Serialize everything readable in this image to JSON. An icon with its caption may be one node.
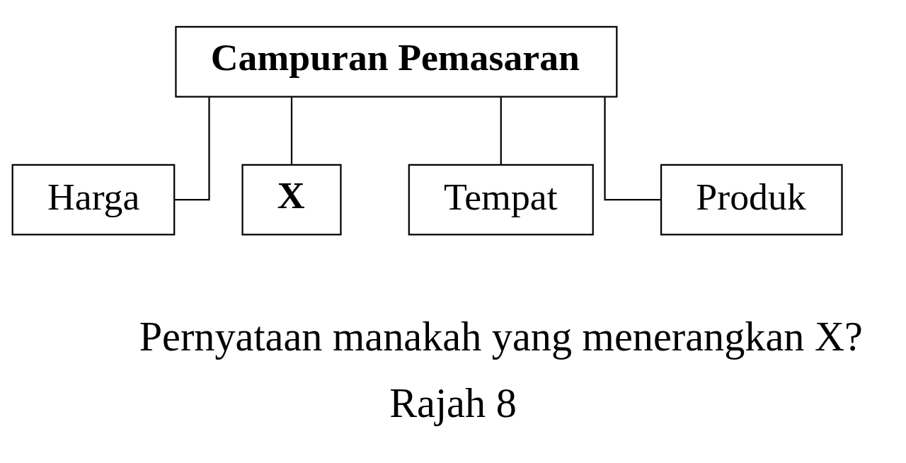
{
  "diagram": {
    "caption": "Rajah 8",
    "nodes": [
      {
        "text": [
          "Campuran Pemasaran"
        ]
      },
      {
        "text": [
          "Harga"
        ]
      },
      {
        "text": [
          "X"
        ]
      },
      {
        "text": [
          "Tempat"
        ]
      },
      {
        "text": [
          "Produk"
        ]
      }
    ],
    "edges": [
      {
        "from": 0,
        "to": 1,
        "arrow": "none"
      },
      {
        "from": 0,
        "to": 2,
        "arrow": "none"
      },
      {
        "from": 0,
        "to": 3,
        "arrow": "none"
      },
      {
        "from": 0,
        "to": 4,
        "arrow": "none"
      }
    ],
    "labels": [
      "Pernyataan manakah yang menerangkan X?"
    ]
  }
}
